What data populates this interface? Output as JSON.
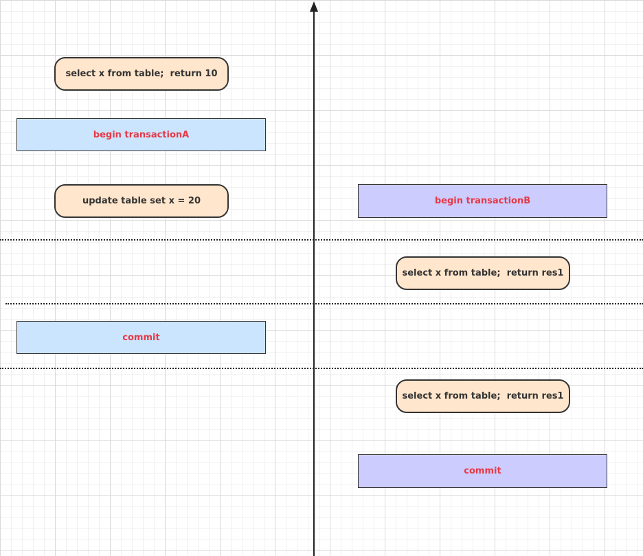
{
  "transaction_a": {
    "select_initial": "select x from table;  return 10",
    "begin": "begin transactionA",
    "update": "update table set x = 20",
    "commit": "commit"
  },
  "transaction_b": {
    "begin": "begin transactionB",
    "select_first": "select x from table;  return res1",
    "select_second": "select x from table;  return res1",
    "commit": "commit"
  },
  "colors": {
    "operation_fill": "#ffe6cc",
    "transaction_a_fill": "#cce5ff",
    "transaction_b_fill": "#ccccff",
    "label_red": "#e63946",
    "stroke": "#333333"
  }
}
